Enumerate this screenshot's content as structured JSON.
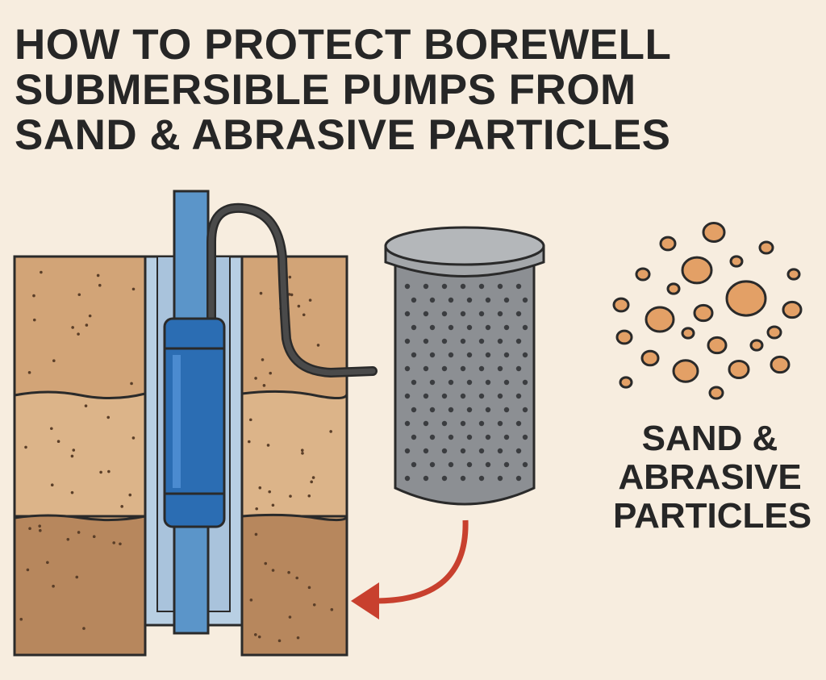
{
  "title": {
    "lines": [
      "HOW TO PROTECT BOREWELL",
      "SUBMERSIBLE PUMPS FROM",
      "SAND & ABRASIVE PARTICLES"
    ]
  },
  "particles_label": {
    "lines": [
      "SAND &",
      "ABRASIVE",
      "PARTICLES"
    ]
  },
  "colors": {
    "background": "#f7eddf",
    "soil_top": "#d2a477",
    "soil_middle": "#dcb489",
    "soil_bottom": "#b7875d",
    "casing": "#b8cfe3",
    "pipe": "#5b95c9",
    "pump": "#2b6db3",
    "filter": "#8c8f93",
    "arrow": "#c8402e",
    "sand": "#e3a066"
  }
}
